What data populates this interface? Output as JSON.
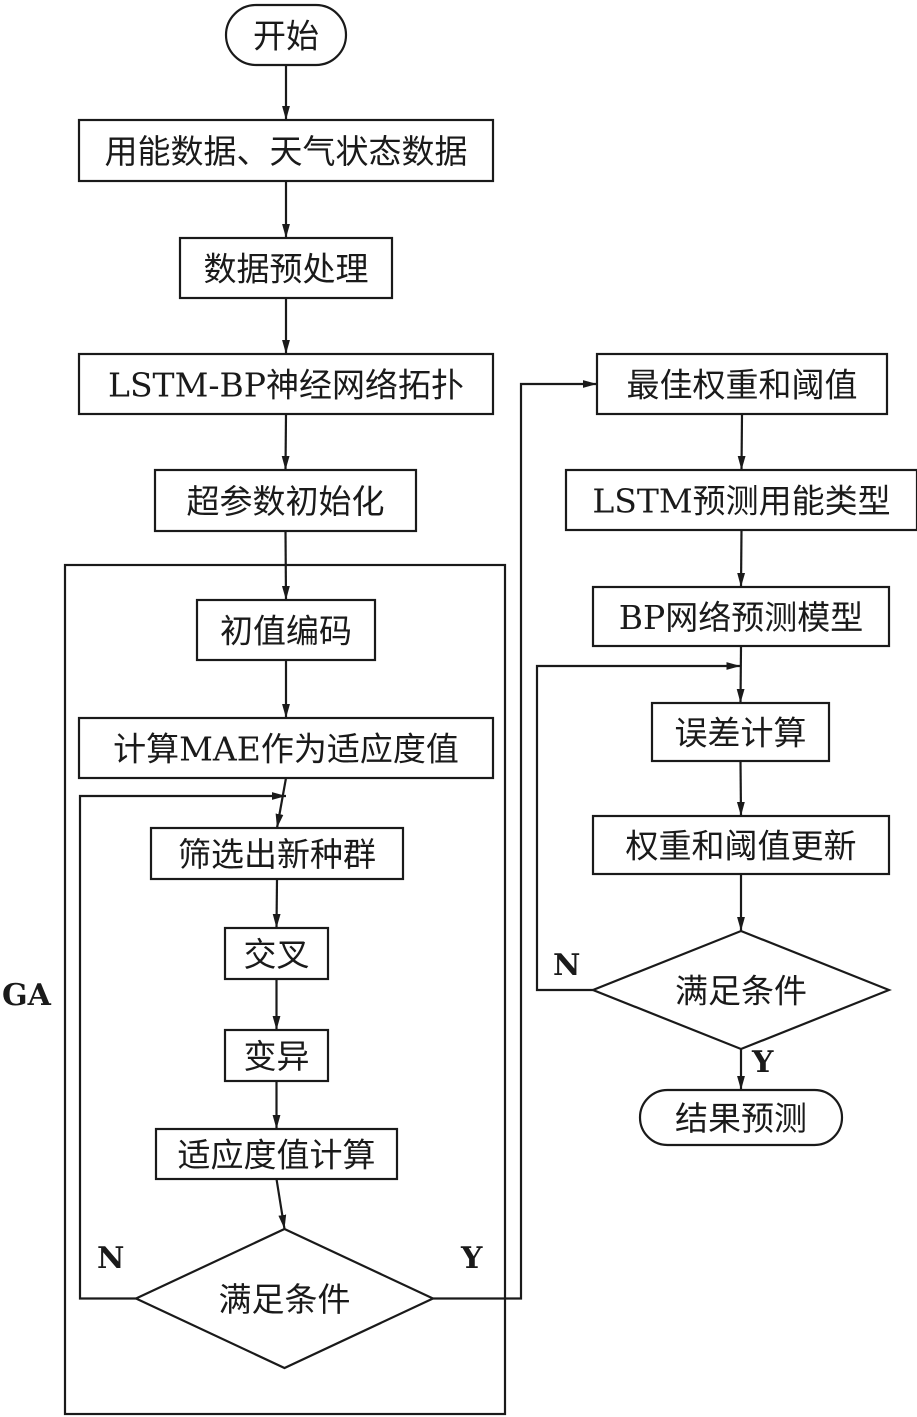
{
  "diagram": {
    "type": "flowchart",
    "group_label": "GA",
    "nodes": {
      "start": {
        "label": "开始",
        "shape": "terminal"
      },
      "data_in": {
        "label": "用能数据、天气状态数据",
        "shape": "process"
      },
      "preprocess": {
        "label": "数据预处理",
        "shape": "process"
      },
      "topology": {
        "label": "LSTM-BP神经网络拓扑",
        "shape": "process"
      },
      "hyper_init": {
        "label": "超参数初始化",
        "shape": "process"
      },
      "encode": {
        "label": "初值编码",
        "shape": "process"
      },
      "mae": {
        "label": "计算MAE作为适应度值",
        "shape": "process"
      },
      "select": {
        "label": "筛选出新种群",
        "shape": "process"
      },
      "crossover": {
        "label": "交叉",
        "shape": "process"
      },
      "mutation": {
        "label": "变异",
        "shape": "process"
      },
      "fitness": {
        "label": "适应度值计算",
        "shape": "process"
      },
      "cond_ga": {
        "label": "满足条件",
        "shape": "decision"
      },
      "best_wb": {
        "label": "最佳权重和阈值",
        "shape": "process"
      },
      "lstm_pred": {
        "label": "LSTM预测用能类型",
        "shape": "process"
      },
      "bp_model": {
        "label": "BP网络预测模型",
        "shape": "process"
      },
      "error": {
        "label": "误差计算",
        "shape": "process"
      },
      "update": {
        "label": "权重和阈值更新",
        "shape": "process"
      },
      "cond_bp": {
        "label": "满足条件",
        "shape": "decision"
      },
      "result": {
        "label": "结果预测",
        "shape": "terminal"
      }
    },
    "edges": [
      {
        "from": "start",
        "to": "data_in"
      },
      {
        "from": "data_in",
        "to": "preprocess"
      },
      {
        "from": "preprocess",
        "to": "topology"
      },
      {
        "from": "topology",
        "to": "hyper_init"
      },
      {
        "from": "hyper_init",
        "to": "encode"
      },
      {
        "from": "encode",
        "to": "mae"
      },
      {
        "from": "mae",
        "to": "select"
      },
      {
        "from": "select",
        "to": "crossover"
      },
      {
        "from": "crossover",
        "to": "mutation"
      },
      {
        "from": "mutation",
        "to": "fitness"
      },
      {
        "from": "fitness",
        "to": "cond_ga"
      },
      {
        "from": "cond_ga",
        "to": "select",
        "label": "N"
      },
      {
        "from": "cond_ga",
        "to": "best_wb",
        "label": "Y"
      },
      {
        "from": "best_wb",
        "to": "lstm_pred"
      },
      {
        "from": "lstm_pred",
        "to": "bp_model"
      },
      {
        "from": "bp_model",
        "to": "error"
      },
      {
        "from": "error",
        "to": "update"
      },
      {
        "from": "update",
        "to": "cond_bp"
      },
      {
        "from": "cond_bp",
        "to": "error",
        "label": "N"
      },
      {
        "from": "cond_bp",
        "to": "result",
        "label": "Y"
      }
    ]
  }
}
